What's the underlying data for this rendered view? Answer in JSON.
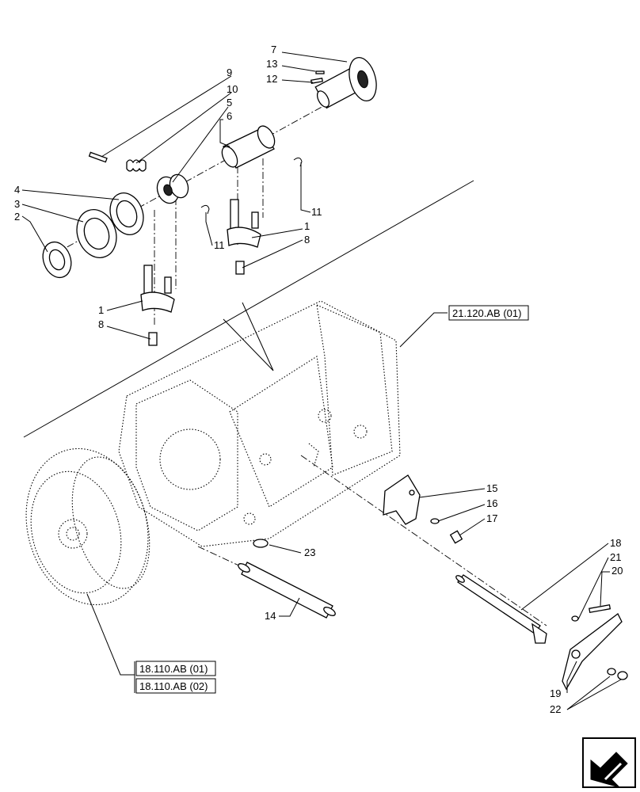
{
  "callouts": [
    {
      "id": "c9",
      "label": "9"
    },
    {
      "id": "c10",
      "label": "10"
    },
    {
      "id": "c5",
      "label": "5"
    },
    {
      "id": "c6",
      "label": "6"
    },
    {
      "id": "c7",
      "label": "7"
    },
    {
      "id": "c13",
      "label": "13"
    },
    {
      "id": "c12",
      "label": "12"
    },
    {
      "id": "c4",
      "label": "4"
    },
    {
      "id": "c3",
      "label": "3"
    },
    {
      "id": "c2",
      "label": "2"
    },
    {
      "id": "c11a",
      "label": "11"
    },
    {
      "id": "c11b",
      "label": "11"
    },
    {
      "id": "c1a",
      "label": "1"
    },
    {
      "id": "c8a",
      "label": "8"
    },
    {
      "id": "c1b",
      "label": "1"
    },
    {
      "id": "c8b",
      "label": "8"
    },
    {
      "id": "c15",
      "label": "15"
    },
    {
      "id": "c16",
      "label": "16"
    },
    {
      "id": "c17",
      "label": "17"
    },
    {
      "id": "c23",
      "label": "23"
    },
    {
      "id": "c14",
      "label": "14"
    },
    {
      "id": "c18",
      "label": "18"
    },
    {
      "id": "c21",
      "label": "21"
    },
    {
      "id": "c20",
      "label": "20"
    },
    {
      "id": "c19",
      "label": "19"
    },
    {
      "id": "c22",
      "label": "22"
    }
  ],
  "references": {
    "transmission": "21.120.AB (01)",
    "clutch_1": "18.110.AB (01)",
    "clutch_2": "18.110.AB (02)"
  },
  "icons": {
    "nav": "back-arrow-icon"
  }
}
